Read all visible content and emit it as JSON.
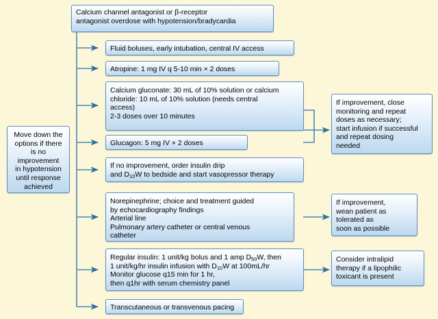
{
  "diagram": {
    "title_box": {
      "id": "title",
      "text": "Calcium channel antagonist or β-receptor\nantagonist overdose with hypotension/bradycardia"
    },
    "left_box": {
      "id": "move-down-options",
      "text": "Move down the\noptions if there\nis no\nimprovement\nin hypotension\nuntil response\nachieved"
    },
    "steps": [
      {
        "id": "fluid-boluses",
        "text": "Fluid boluses, early intubation, central IV access"
      },
      {
        "id": "atropine",
        "text": "Atropine: 1 mg IV q 5-10 min × 2 doses"
      },
      {
        "id": "calcium",
        "text": "Calcium gluconate: 30 mL of 10% solution or calcium\nchloride: 10 mL of 10% solution (needs central\naccess)\n2-3 doses over 10 minutes"
      },
      {
        "id": "glucagon",
        "text": "Glucagon: 5 mg IV × 2 doses"
      },
      {
        "id": "insulin-drip",
        "text": "If no improvement, order insulin drip\nand D10W to bedside and start vasopressor therapy",
        "html": "If no improvement, order insulin drip<br>and D<sub>10</sub>W to bedside and start vasopressor therapy"
      },
      {
        "id": "norepinephrine",
        "text": "Norepinephrine; choice and treatment guided\nby echocardiography findings\nArterial line\nPulmonary artery catheter or central venous\ncatheter"
      },
      {
        "id": "regular-insulin",
        "text": "Regular insulin: 1 unit/kg bolus and 1 amp D50W, then\n1 unit/kg/hr insulin infusion with D10W at 100mL/hr\nMonitor glucose q15 min for 1 hr,\nthen q1hr with serum chemistry panel",
        "html": "Regular insulin: 1 unit/kg bolus and 1 amp D<sub>50</sub>W, then<br>1 unit/kg/hr insulin infusion with D<sub>10</sub>W at 100mL/hr<br>Monitor glucose q15 min for 1 hr,<br>then q1hr with serum chemistry panel"
      },
      {
        "id": "pacing",
        "text": "Transcutaneous or transvenous pacing"
      }
    ],
    "outcomes": [
      {
        "id": "improvement-close-monitoring",
        "text": "If improvement, close\nmonitoring and repeat\ndoses as necessary;\nstart infusion if successful\nand repeat dosing\nneeded"
      },
      {
        "id": "improvement-wean-patient",
        "text": "If improvement,\nwean patient as\ntolerated as\nsoon as possible"
      },
      {
        "id": "intralipid-therapy",
        "text": "Consider intralipid\ntherapy if a lipophilic\ntoxicant is present"
      }
    ],
    "colors": {
      "background": "#fdf7d9",
      "box_border": "#5b8db8",
      "box_fill_top": "#ffffff",
      "box_fill_bottom": "#bcd8ef",
      "connector": "#4a86b8",
      "text": "#000000"
    }
  }
}
